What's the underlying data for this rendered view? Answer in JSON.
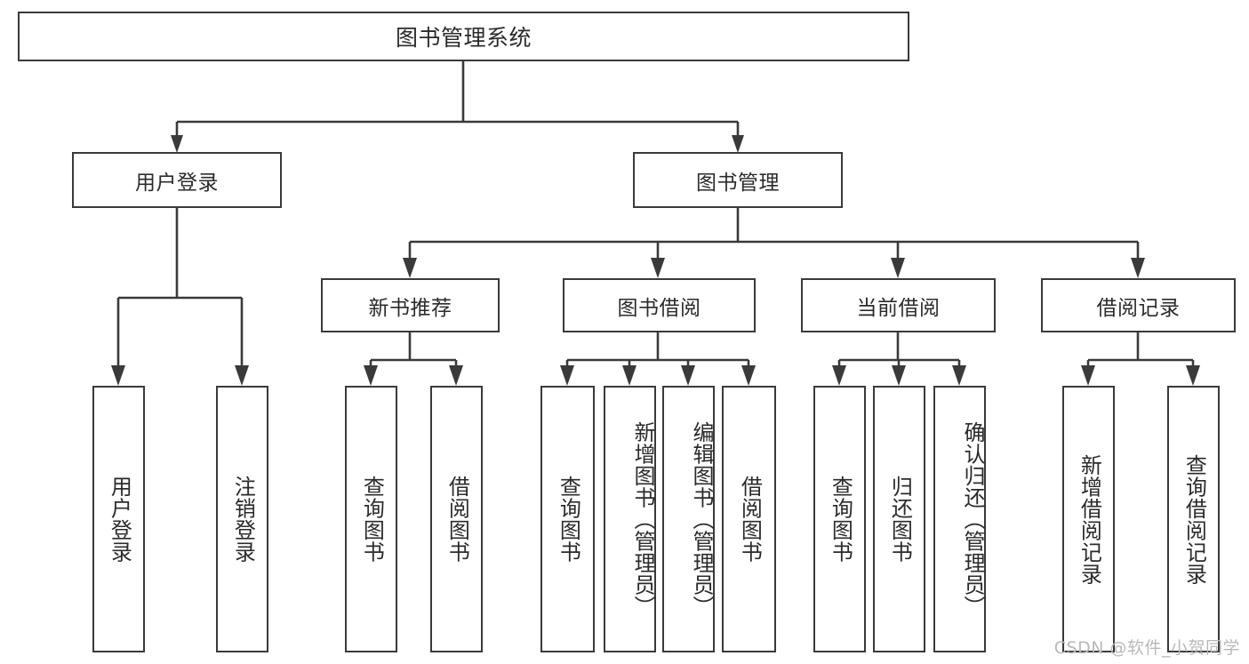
{
  "diagram": {
    "title": "图书管理系统",
    "watermark": "CSDN @软件_小贺同学",
    "stroke_color": "#3a3a3a",
    "fill_color": "#ffffff",
    "text_color": "#2b2b2b",
    "watermark_color": "#b9b9b9"
  },
  "root": {
    "label": "图书管理系统"
  },
  "level1": [
    {
      "label": "用户登录"
    },
    {
      "label": "图书管理"
    }
  ],
  "level2": [
    {
      "label": "新书推荐"
    },
    {
      "label": "图书借阅"
    },
    {
      "label": "当前借阅"
    },
    {
      "label": "借阅记录"
    }
  ],
  "leaves": {
    "user_login": [
      {
        "label": "用户登录"
      },
      {
        "label": "注销登录"
      }
    ],
    "new_book_recommend": [
      {
        "label": "查询图书"
      },
      {
        "label": "借阅图书"
      }
    ],
    "book_borrow": [
      {
        "label": "查询图书"
      },
      {
        "label": "新增图书（管理员）"
      },
      {
        "label": "编辑图书（管理员）"
      },
      {
        "label": "借阅图书"
      }
    ],
    "current_borrow": [
      {
        "label": "查询图书"
      },
      {
        "label": "归还图书"
      },
      {
        "label": "确认归还（管理员）"
      }
    ],
    "borrow_record": [
      {
        "label": "新增借阅记录"
      },
      {
        "label": "查询借阅记录"
      }
    ]
  }
}
